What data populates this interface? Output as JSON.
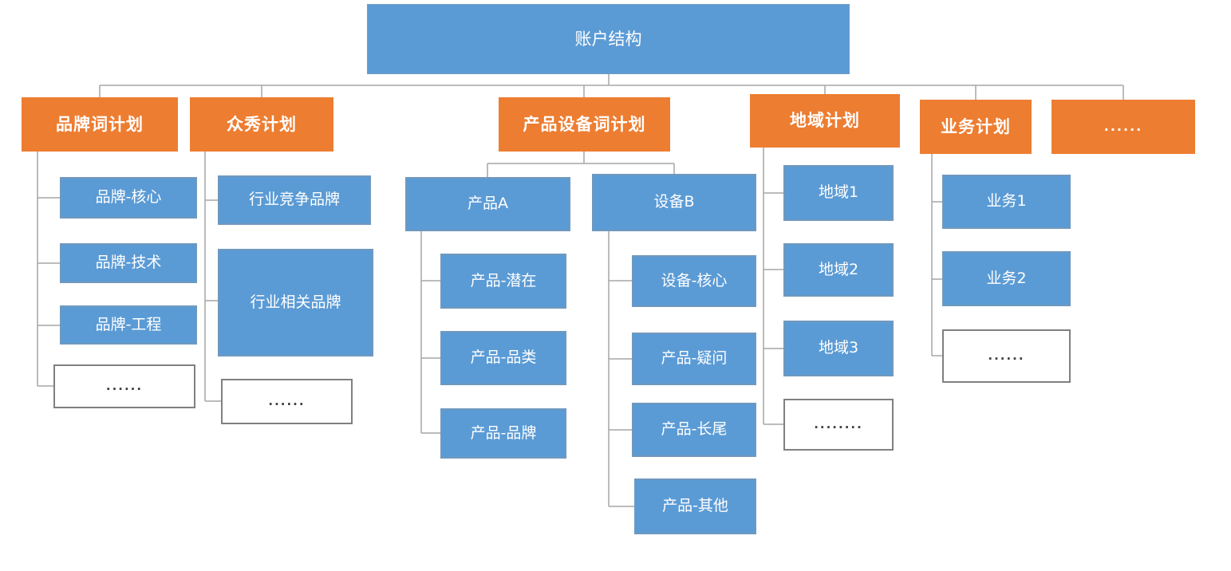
{
  "diagram": {
    "title_hint": "SEM account structure tree",
    "root": {
      "label": "账户结构"
    },
    "plans": [
      {
        "label": "品牌词计划",
        "children": [
          {
            "label": "品牌-核心"
          },
          {
            "label": "品牌-技术"
          },
          {
            "label": "品牌-工程"
          },
          {
            "label": "......",
            "type": "more"
          }
        ]
      },
      {
        "label": "众秀计划",
        "children": [
          {
            "label": "行业竞争品牌"
          },
          {
            "label": "行业相关品牌"
          },
          {
            "label": "......",
            "type": "more"
          }
        ]
      },
      {
        "label": "产品设备词计划",
        "children": [
          {
            "label": "产品A",
            "children": [
              {
                "label": "产品-潜在"
              },
              {
                "label": "产品-品类"
              },
              {
                "label": "产品-品牌"
              }
            ]
          },
          {
            "label": "设备B",
            "children": [
              {
                "label": "设备-核心"
              },
              {
                "label": "产品-疑问"
              },
              {
                "label": "产品-长尾"
              },
              {
                "label": "产品-其他"
              }
            ]
          }
        ]
      },
      {
        "label": "地域计划",
        "children": [
          {
            "label": "地域1"
          },
          {
            "label": "地域2"
          },
          {
            "label": "地域3"
          },
          {
            "label": "........",
            "type": "more"
          }
        ]
      },
      {
        "label": "业务计划",
        "children": [
          {
            "label": "业务1"
          },
          {
            "label": "业务2"
          },
          {
            "label": "......",
            "type": "more"
          }
        ]
      },
      {
        "label": "......",
        "type": "more-plan"
      }
    ],
    "colors": {
      "root_fill": "#5B9BD5",
      "plan_fill": "#ED7D31",
      "child_fill": "#5B9BD5",
      "node_text": "#FFFFFF",
      "more_box_border": "#808080",
      "more_box_text": "#3F3F3F",
      "connector": "#A6A6A6"
    }
  }
}
